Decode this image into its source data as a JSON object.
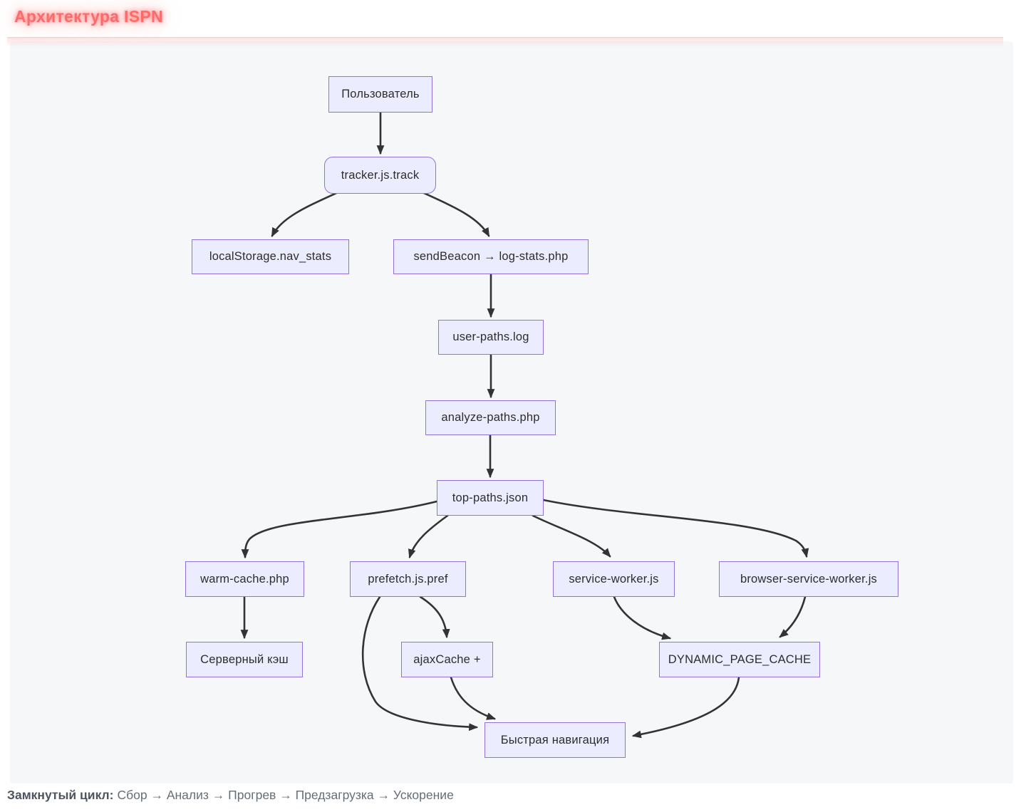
{
  "header": {
    "title": "Архитектура ISPN"
  },
  "diagram": {
    "nodes": {
      "user": {
        "label": "Пользователь"
      },
      "tracker": {
        "label": "tracker.js.track"
      },
      "local_storage": {
        "label": "localStorage.nav_stats"
      },
      "send_beacon": {
        "label": "sendBeacon → log-stats.php"
      },
      "user_paths_log": {
        "label": "user-paths.log"
      },
      "analyze_paths": {
        "label": "analyze-paths.php"
      },
      "top_paths": {
        "label": "top-paths.json"
      },
      "warm_cache": {
        "label": "warm-cache.php"
      },
      "prefetch": {
        "label": "prefetch.js.pref"
      },
      "service_worker": {
        "label": "service-worker.js"
      },
      "browser_service_worker": {
        "label": "browser-service-worker.js"
      },
      "server_cache": {
        "label": "Серверный кэш"
      },
      "ajax_cache": {
        "label": "ajaxCache +"
      },
      "dynamic_page_cache": {
        "label": "DYNAMIC_PAGE_CACHE"
      },
      "fast_navigation": {
        "label": "Быстрая навигация"
      }
    },
    "colors": {
      "node_fill": "#ECECFF",
      "node_border": "#9370DB",
      "edge": "#333333",
      "canvas_bg": "#F6F7F9",
      "title": "#FB6B6B"
    }
  },
  "footer": {
    "label": "Замкнутый цикл:",
    "text": "Сбор → Анализ → Прогрев → Предзагрузка → Ускорение"
  }
}
